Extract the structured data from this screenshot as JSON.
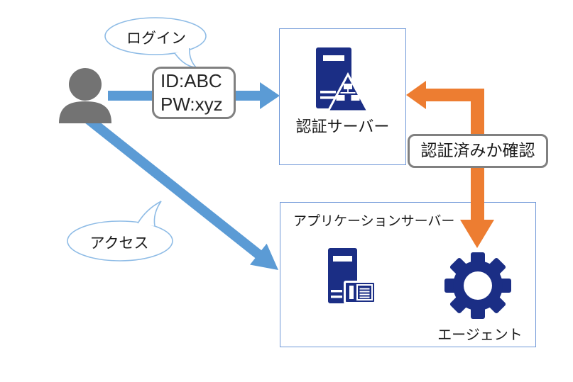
{
  "diagram": {
    "actors": {
      "user_icon": "person-icon"
    },
    "bubbles": {
      "login": "ログイン",
      "access": "アクセス"
    },
    "credentials": {
      "id": "ID:ABC",
      "pw": "PW:xyz"
    },
    "auth_server": {
      "label": "認証サーバー",
      "icon": "server-directory-icon"
    },
    "app_server": {
      "label": "アプリケーションサーバー",
      "server_icon": "server-card-icon",
      "agent": {
        "label": "エージェント",
        "icon": "gear-icon"
      }
    },
    "flow_labels": {
      "auth_check": "認証済みか確認"
    },
    "colors": {
      "arrow_blue": "#5B9BD5",
      "arrow_orange": "#ED7D31",
      "icon_navy": "#1B2E85",
      "box_border_blue": "#7098D8",
      "label_border_gray": "#808080",
      "person_gray": "#737373",
      "bubble_border_blue": "#8FBCE6",
      "text": "#262626"
    }
  }
}
